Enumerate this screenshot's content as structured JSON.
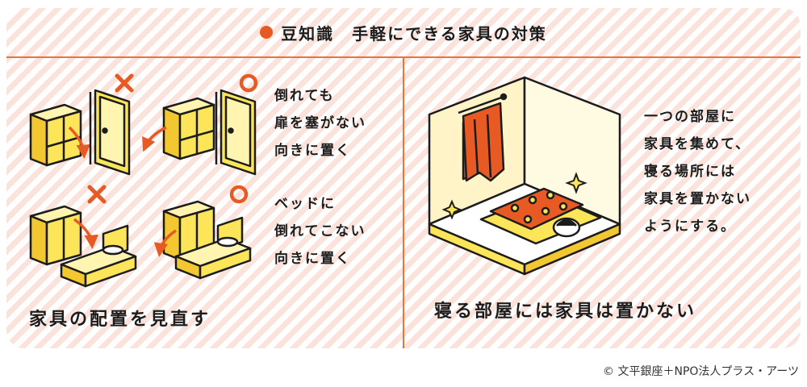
{
  "title": {
    "dot_color": "#e85a24",
    "text": "豆知識　手軽にできる家具の対策"
  },
  "left": {
    "caption_1": [
      "倒れても",
      "扉を塞がない",
      "向きに置く"
    ],
    "caption_2": [
      "ベッドに",
      "倒れてこない",
      "向きに置く"
    ],
    "heading": "家具の配置を見直す"
  },
  "right": {
    "caption": [
      "一つの部屋に",
      "家具を集めて、",
      "寝る場所には",
      "家具を置かない",
      "ようにする。"
    ],
    "heading": "寝る部屋には家具は置かない"
  },
  "credit": "© 文平銀座＋NPO法人プラス・アーツ",
  "colors": {
    "accent": "#e8743a",
    "furniture": "#fde55a",
    "outline": "#1c1c1c",
    "bad_mark": "#e85a24"
  },
  "icons": [
    "cross-mark-icon",
    "circle-mark-icon",
    "wardrobe-icon",
    "door-icon",
    "bed-icon",
    "arrow-icon",
    "sparkle-icon",
    "curtain-icon"
  ]
}
